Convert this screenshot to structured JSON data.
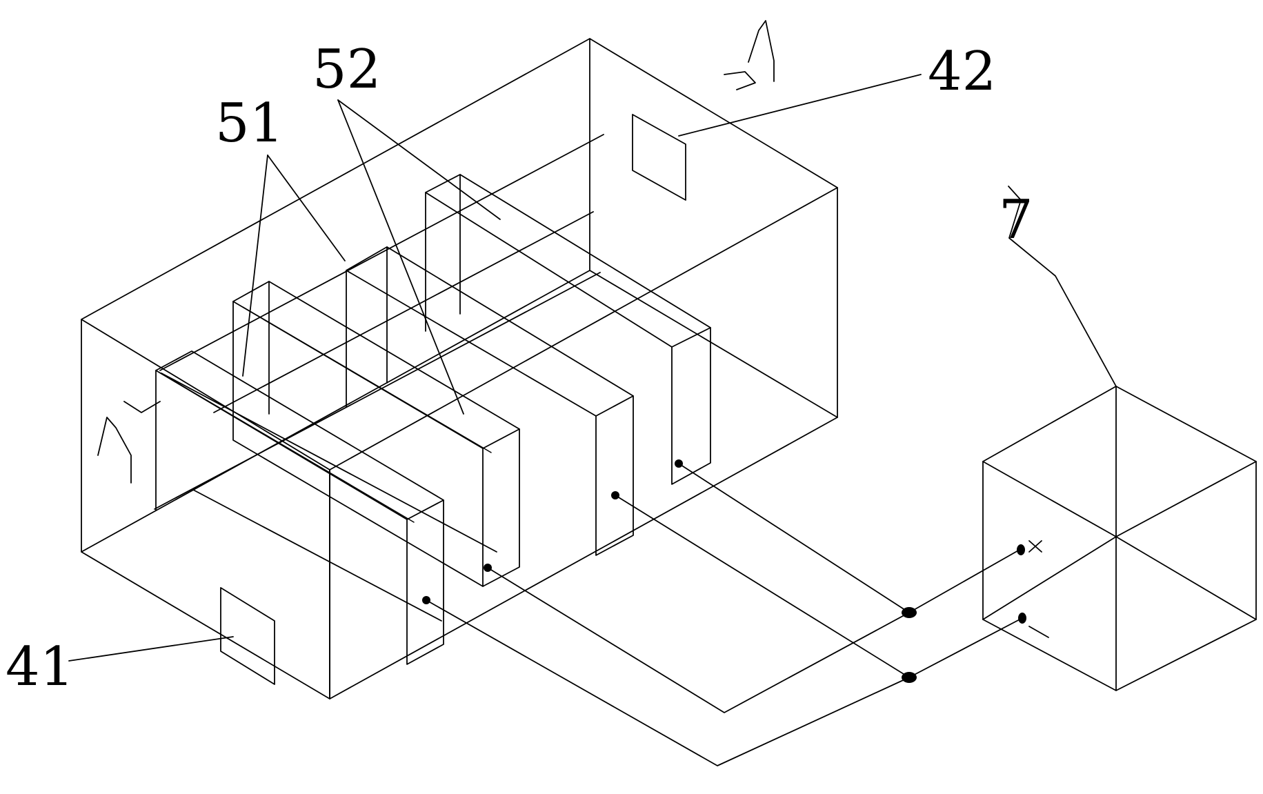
{
  "figure": {
    "labels": {
      "label_41": "41",
      "label_42": "42",
      "label_51": "51",
      "label_52": "52",
      "label_7": "7"
    }
  }
}
